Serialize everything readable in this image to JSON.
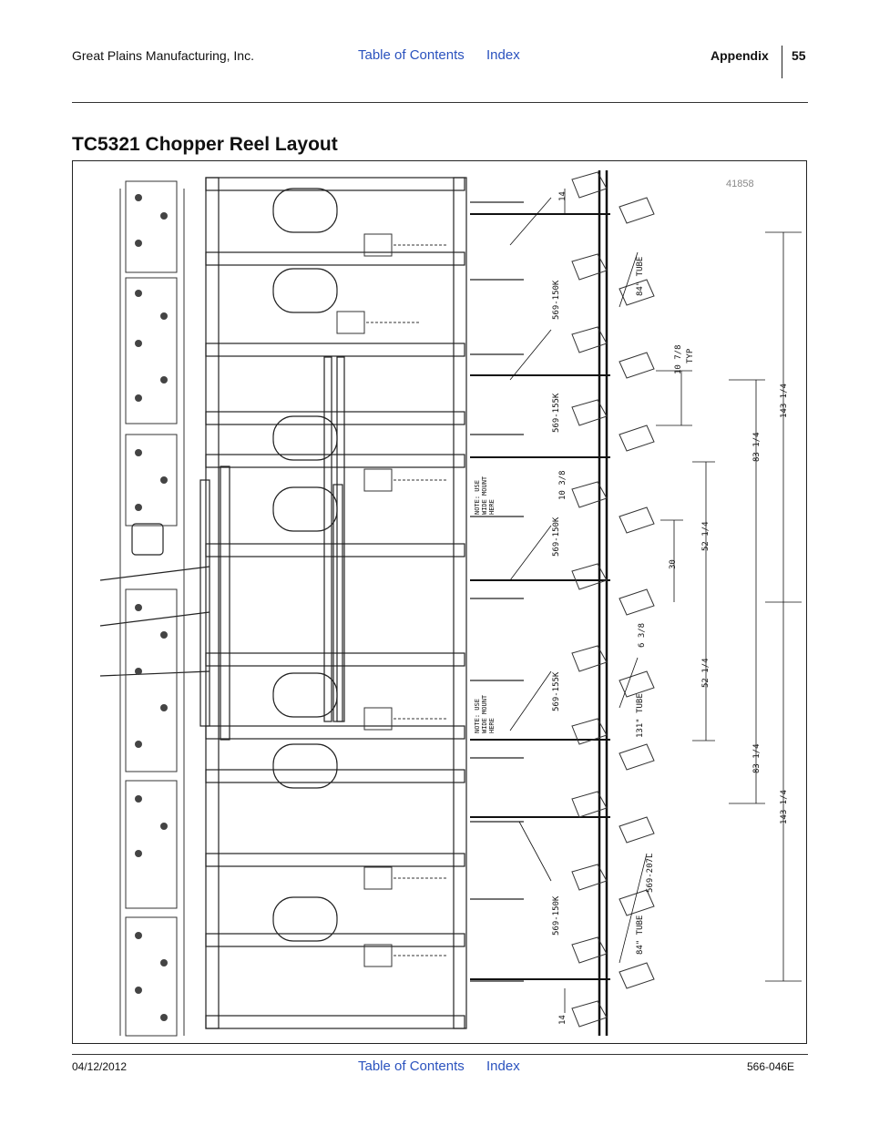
{
  "header": {
    "company": "Great Plains Manufacturing, Inc.",
    "toc_label": "Table of Contents",
    "index_label": "Index",
    "section": "Appendix",
    "page_number": "55"
  },
  "page_title": "TC5321 Chopper Reel Layout",
  "figure": {
    "figure_number": "41858",
    "labels": {
      "d14_top": "14",
      "d14_bottom": "14",
      "p150k_top": "569-150K",
      "p155k_top": "569-155K",
      "p150k_mid": "569-150K",
      "p155k_lower": "569-155K",
      "p150k_bottom": "569-150K",
      "p207l": "569-207L",
      "tube84_top": "84\" TUBE",
      "tube131": "131\" TUBE",
      "tube84_bottom": "84\" TUBE",
      "d10_7_8": "10 7/8",
      "typ": "TYP",
      "d143_top": "143 1/4",
      "d83_top": "83 1/4",
      "d10_3_8": "10 3/8",
      "d52_top": "52 1/4",
      "d30": "30",
      "d6_3_8": "6 3/8",
      "d52_bottom": "52 1/4",
      "d83_bottom": "83 1/4",
      "d143_bottom": "143 1/4"
    },
    "notes": {
      "upper": [
        "NOTE: USE",
        "WIDE MOUNT",
        "HERE"
      ],
      "lower": [
        "NOTE: USE",
        "WIDE MOUNT",
        "HERE"
      ]
    }
  },
  "footer": {
    "date": "04/12/2012",
    "toc_label": "Table of Contents",
    "index_label": "Index",
    "doc_number": "566-046E"
  }
}
